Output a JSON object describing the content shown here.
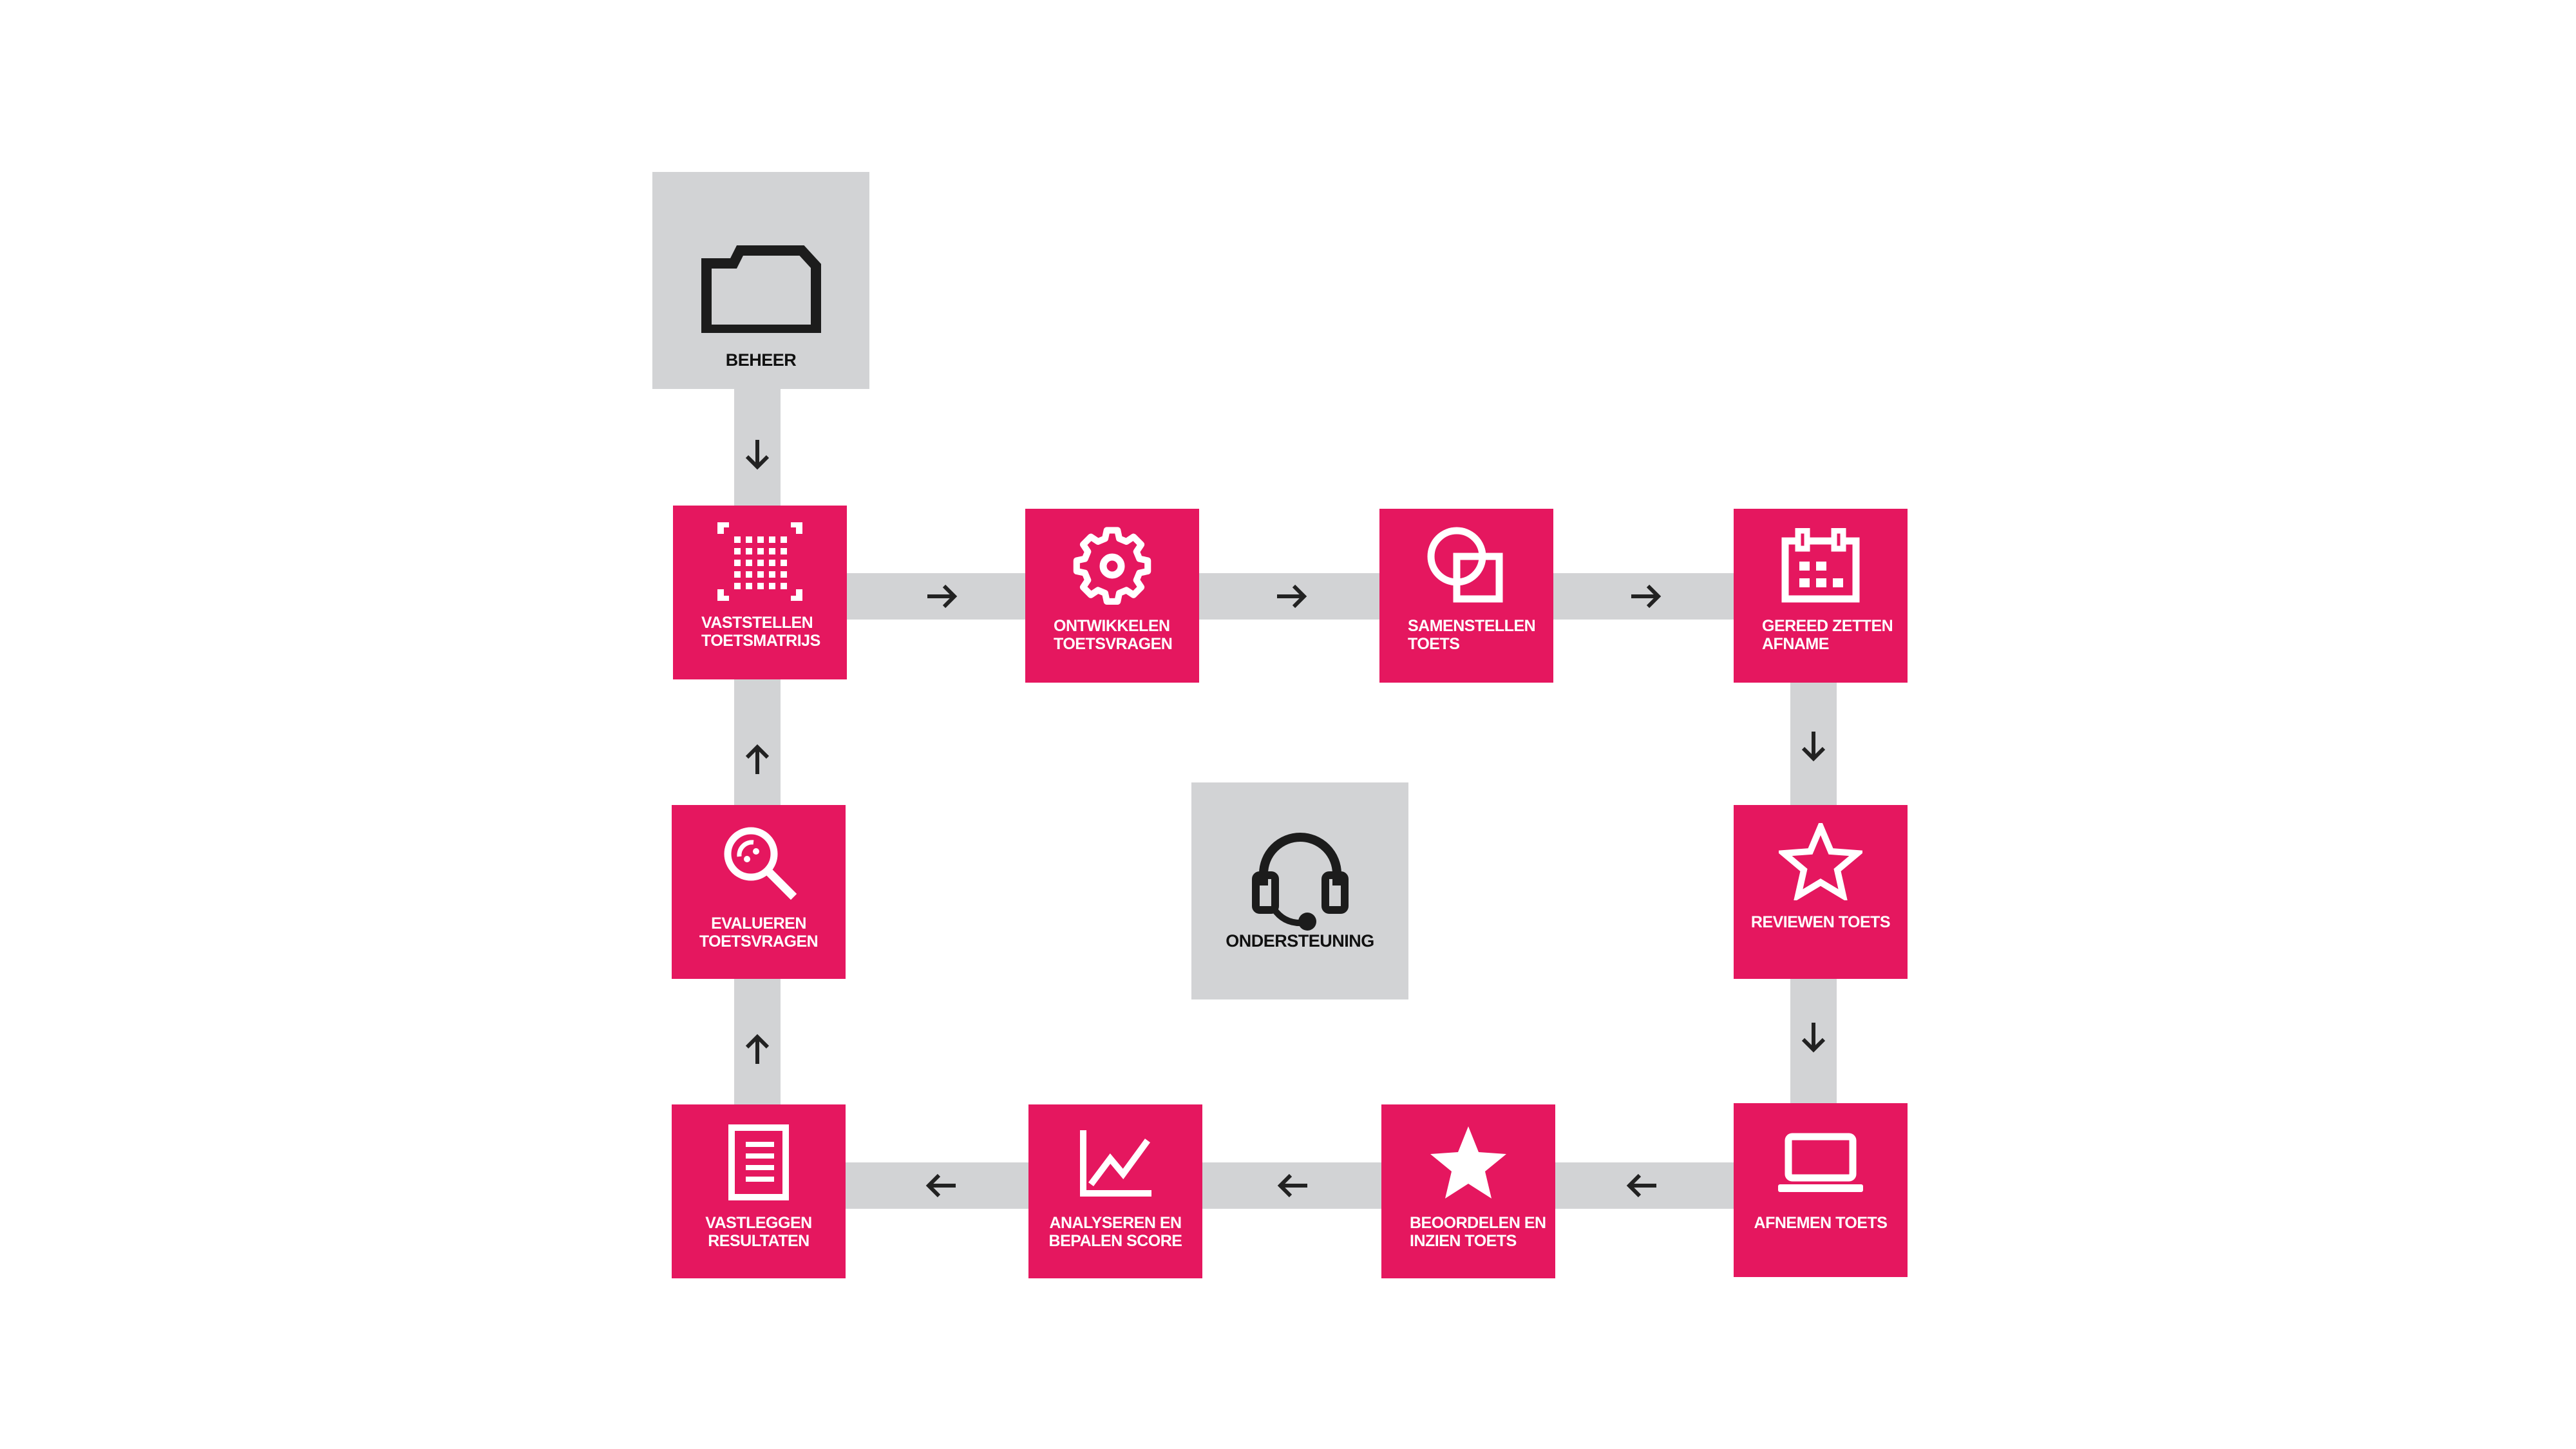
{
  "colors": {
    "accent": "#e5175f",
    "neutral": "#d2d3d5",
    "ink": "#222222"
  },
  "beheer": {
    "label": "BEHEER",
    "icon": "folder-icon"
  },
  "ondersteuning": {
    "label": "ONDERSTEUNING",
    "icon": "headset-icon"
  },
  "steps": [
    {
      "label": "VASTSTELLEN\nTOETSMATRIJS",
      "icon": "matrix-grid-icon"
    },
    {
      "label": "ONTWIKKELEN\nTOETSVRAGEN",
      "icon": "gear-icon"
    },
    {
      "label": "SAMENSTELLEN\nTOETS",
      "icon": "overlapping-shapes-icon"
    },
    {
      "label": "GEREED ZETTEN\nAFNAME",
      "icon": "calendar-icon"
    },
    {
      "label": "REVIEWEN TOETS",
      "icon": "star-outline-icon"
    },
    {
      "label": "AFNEMEN TOETS",
      "icon": "laptop-icon"
    },
    {
      "label": "BEOORDELEN EN\nINZIEN TOETS",
      "icon": "star-filled-icon"
    },
    {
      "label": "ANALYSEREN EN\nBEPALEN SCORE",
      "icon": "line-chart-icon"
    },
    {
      "label": "VASTLEGGEN\nRESULTATEN",
      "icon": "document-icon"
    },
    {
      "label": "EVALUEREN\nTOETSVRAGEN",
      "icon": "magnifier-icon"
    }
  ]
}
